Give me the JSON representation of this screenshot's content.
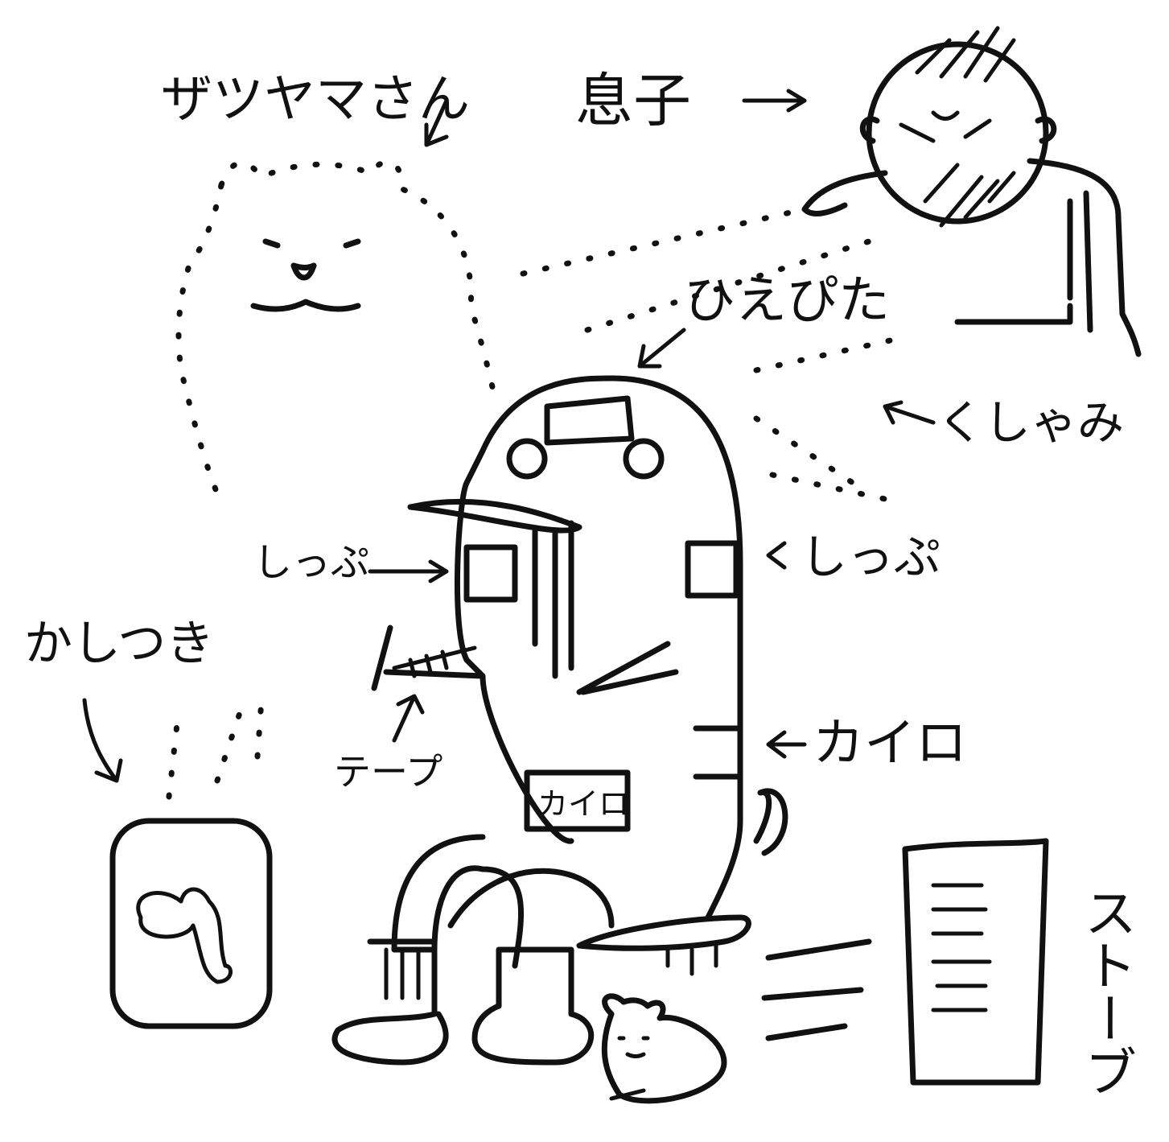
{
  "labels": {
    "zatsuyama": "ザツヤマさん",
    "son": "息子",
    "hiepita": "ひえぴた",
    "sneeze": "くしゃみ",
    "poultice_left": "しっぷ",
    "poultice_right": "しっぷ",
    "humidifier": "かしつき",
    "tape": "テープ",
    "kairo_right": "カイロ",
    "kairo_box": "カイロ",
    "stove": "ストーブ"
  },
  "colors": {
    "ink": "#111111",
    "paper": "#ffffff"
  }
}
